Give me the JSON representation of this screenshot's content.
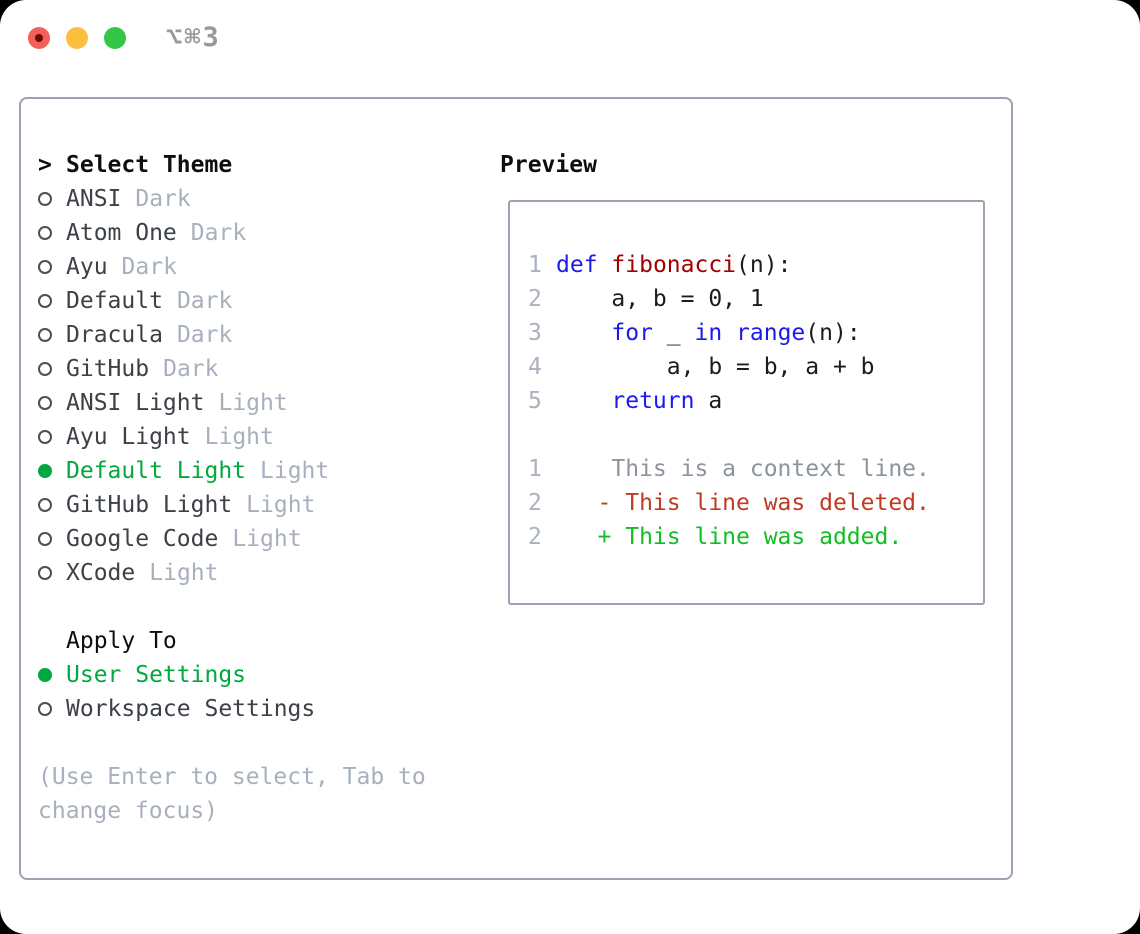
{
  "window": {
    "title": "⌥⌘3"
  },
  "traffic_lights": {
    "close_color": "#f1605a",
    "close_dot_color": "#6e0b02",
    "minimize_color": "#fbbe3f",
    "zoom_color": "#33c748"
  },
  "theme_select": {
    "prompt": ">",
    "heading": "Select Theme",
    "items": [
      {
        "name": "ANSI",
        "variant": "Dark",
        "selected": false
      },
      {
        "name": "Atom One",
        "variant": "Dark",
        "selected": false
      },
      {
        "name": "Ayu",
        "variant": "Dark",
        "selected": false
      },
      {
        "name": "Default",
        "variant": "Dark",
        "selected": false
      },
      {
        "name": "Dracula",
        "variant": "Dark",
        "selected": false
      },
      {
        "name": "GitHub",
        "variant": "Dark",
        "selected": false
      },
      {
        "name": "ANSI Light",
        "variant": "Light",
        "selected": false
      },
      {
        "name": "Ayu Light",
        "variant": "Light",
        "selected": false
      },
      {
        "name": "Default Light",
        "variant": "Light",
        "selected": true
      },
      {
        "name": "GitHub Light",
        "variant": "Light",
        "selected": false
      },
      {
        "name": "Google Code",
        "variant": "Light",
        "selected": false
      },
      {
        "name": "XCode",
        "variant": "Light",
        "selected": false
      }
    ]
  },
  "apply_to": {
    "heading": "Apply To",
    "options": [
      {
        "label": "User Settings",
        "selected": true
      },
      {
        "label": "Workspace Settings",
        "selected": false
      }
    ]
  },
  "hint_lines": [
    "(Use Enter to select, Tab to",
    "change focus)"
  ],
  "preview": {
    "heading": "Preview",
    "lines": [
      {
        "num": "1",
        "segments": [
          {
            "text": "def",
            "style": "kw"
          },
          {
            "text": " ",
            "style": "plain"
          },
          {
            "text": "fibonacci",
            "style": "fn"
          },
          {
            "text": "(n):",
            "style": "plain"
          }
        ]
      },
      {
        "num": "2",
        "segments": [
          {
            "text": "    a, b = 0, 1",
            "style": "plain"
          }
        ]
      },
      {
        "num": "3",
        "segments": [
          {
            "text": "    ",
            "style": "plain"
          },
          {
            "text": "for",
            "style": "kw"
          },
          {
            "text": " _ ",
            "style": "plain"
          },
          {
            "text": "in",
            "style": "kw"
          },
          {
            "text": " ",
            "style": "plain"
          },
          {
            "text": "range",
            "style": "kw"
          },
          {
            "text": "(n):",
            "style": "plain"
          }
        ]
      },
      {
        "num": "4",
        "segments": [
          {
            "text": "        a, b = b, a + b",
            "style": "plain"
          }
        ]
      },
      {
        "num": "5",
        "segments": [
          {
            "text": "    ",
            "style": "plain"
          },
          {
            "text": "return",
            "style": "kw"
          },
          {
            "text": " a",
            "style": "plain"
          }
        ]
      },
      {
        "num": "",
        "segments": []
      },
      {
        "num": "1",
        "segments": [
          {
            "text": "    This is a context line.",
            "style": "ctx"
          }
        ]
      },
      {
        "num": "2",
        "segments": [
          {
            "text": "   - This line was deleted.",
            "style": "del"
          }
        ]
      },
      {
        "num": "2",
        "segments": [
          {
            "text": "   + This line was added.",
            "style": "add"
          }
        ]
      }
    ]
  },
  "colors": {
    "accent_green": "#00a83e",
    "diff_add": "#12bd25",
    "diff_del": "#c23a22",
    "keyword_blue": "#1b1aee",
    "function_red": "#a40000",
    "muted_gray": "#a7b0bc",
    "border_gray": "#9ba4b0"
  }
}
